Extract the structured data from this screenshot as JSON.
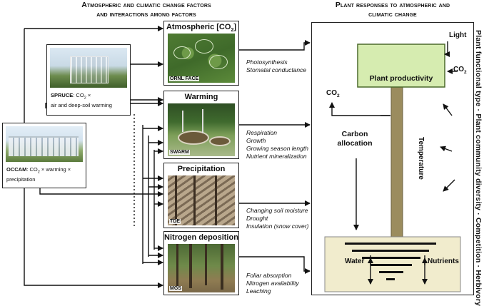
{
  "headings": {
    "left": [
      "Atmospheric and climatic change factors",
      "and interactions among factors"
    ],
    "right": [
      "Plant responses to atmospheric and",
      "climatic change"
    ]
  },
  "experiments": {
    "spruce": {
      "name": "SPRUCE",
      "rest_line1": ": CO",
      "sub": "2",
      "rest_line1b": " ×",
      "line2": "air and deep-soil warming"
    },
    "occam": {
      "name": "OCCAM",
      "rest_line1": ": CO",
      "sub": "2",
      "rest_line1b": " × warming ×",
      "line2": "precipitation"
    }
  },
  "factors": [
    {
      "title_pre": "Atmospheric [CO",
      "title_sub": "2",
      "title_post": "]",
      "site": "ORNL FACE",
      "processes": [
        "Photosynthesis",
        "Stomatal conductance"
      ]
    },
    {
      "title": "Warming",
      "site": "SWARM",
      "processes": [
        "Respiration",
        "Growth",
        "Growing season length",
        "Nutrient mineralization"
      ]
    },
    {
      "title": "Precipitation",
      "site": "TDE",
      "processes": [
        "Changing soil moisture",
        "Drought",
        "Insulation (snow cover)"
      ]
    },
    {
      "title": "Nitrogen deposition",
      "site": "MGS",
      "processes": [
        "Foliar absorption",
        "Nitrogen availability",
        "Leaching"
      ]
    }
  ],
  "plant": {
    "productivity": "Plant productivity",
    "light": "Light",
    "co2_in": {
      "pre": "CO",
      "sub": "2"
    },
    "co2_out": {
      "pre": "CO",
      "sub": "2"
    },
    "carbon_allocation": [
      "Carbon",
      "allocation"
    ],
    "temperature": "Temperature",
    "water": "Water",
    "nutrients": "Nutrients"
  },
  "side_label": "Plant functional type · Plant community diversity · Competition · Herbivory",
  "colors": {
    "canopy": "#d6ecb0",
    "canopy_border": "#4c6a2c",
    "stem": "#9b8c5e",
    "soil": "#f1eccd",
    "root": "#111111"
  }
}
